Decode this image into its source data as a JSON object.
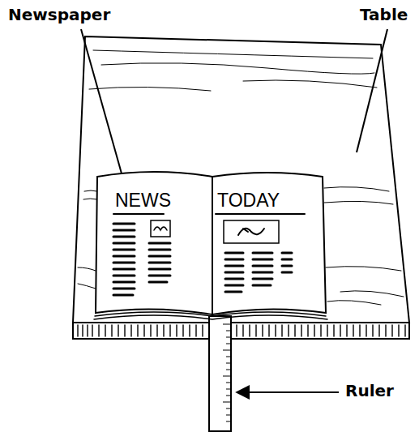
{
  "diagram": {
    "labels": [
      "Newspaper",
      "Table",
      "NEWS",
      "TODAY",
      "Ruler"
    ]
  }
}
